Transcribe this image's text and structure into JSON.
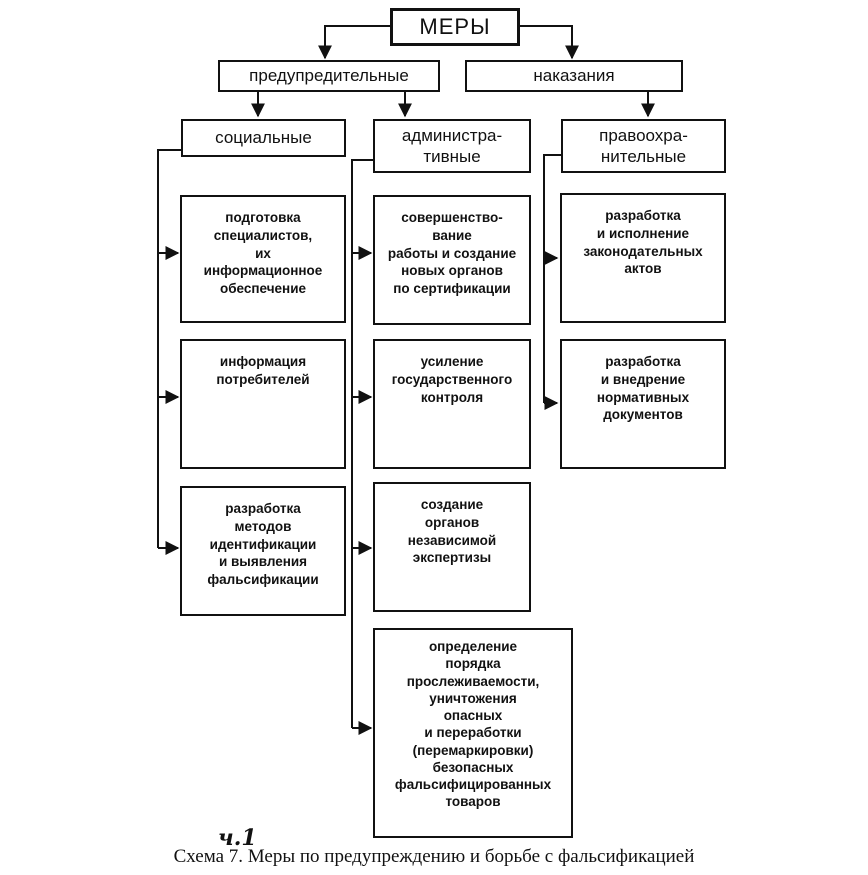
{
  "diagram": {
    "root": "МЕРЫ",
    "branches": {
      "preventive": "предупредительные",
      "punishment": "наказания"
    },
    "categories": {
      "social": "социальные",
      "administrative": "администра-\nтивные",
      "law_enforcement": "правоохра-\nнительные"
    },
    "social_items": [
      "подготовка\nспециалистов,\nих\nинформационное\nобеспечение",
      "информация\nпотребителей",
      "разработка\nметодов\nидентификации\nи выявления\nфальсификации"
    ],
    "administrative_items": [
      "совершенство-\nвание\nработы и создание\nновых органов\nпо сертификации",
      "усиление\nгосударственного\nконтроля",
      "создание\nорганов\nнезависимой\nэкспертизы",
      "определение\nпорядка\nпрослеживаемости,\nуничтожения\nопасных\nи переработки\n(перемаркировки)\nбезопасных\nфальсифицированных\nтоваров"
    ],
    "law_items": [
      "разработка\nи исполнение\nзаконодательных\nактов",
      "разработка\nи внедрение\nнормативных\nдокументов"
    ]
  },
  "handwritten_note": "ч.1",
  "caption": "Схема 7. Меры по предупреждению и борьбе с фальсификацией"
}
